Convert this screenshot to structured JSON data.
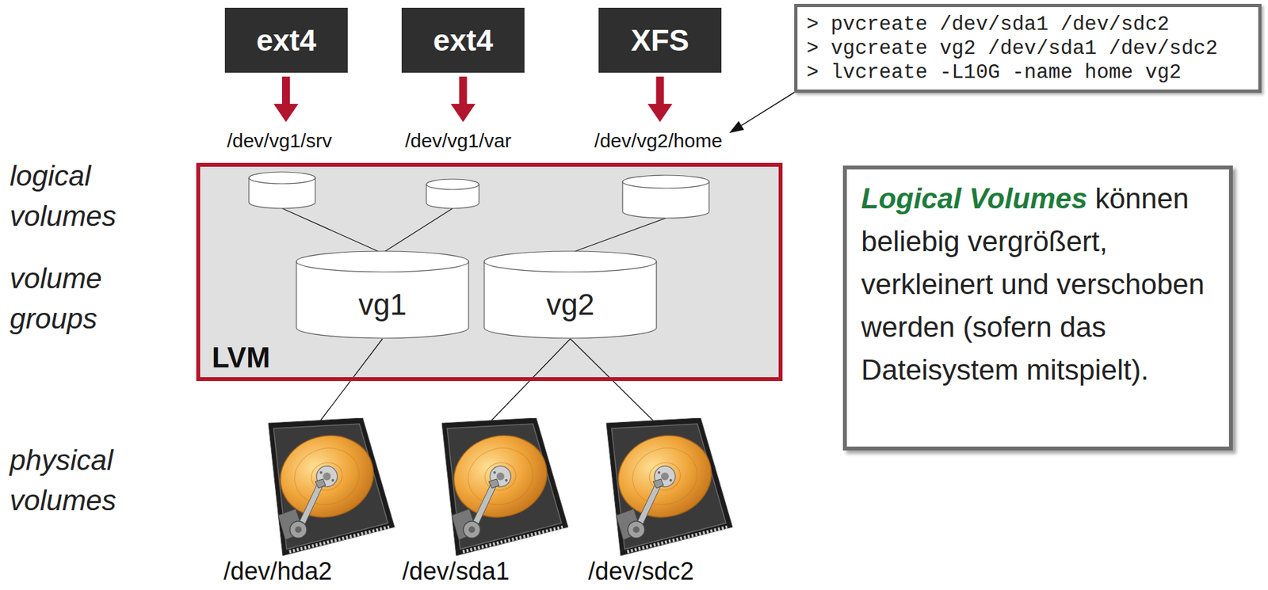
{
  "diagram": {
    "nodes": [
      {
        "text": [
          "ext4"
        ]
      },
      {
        "text": [
          "ext4"
        ]
      },
      {
        "text": [
          "XFS"
        ]
      },
      {
        "text": [
          "> pvcreate /dev/sda1 /dev/sdc2",
          "> vgcreate vg2 /dev/sda1 /dev/sdc2",
          "> lvcreate -L10G -name home vg2"
        ]
      },
      {
        "text": [
          "LVM"
        ]
      },
      {
        "text": [
          "vg1"
        ],
        "in": 4
      },
      {
        "text": [
          "vg2"
        ],
        "in": 4
      },
      {
        "text": [
          "Logical Volumes",
          "können beliebig vergrößert, verkleinert und verschoben werden (sofern das Dateisystem mitspielt)."
        ]
      },
      {
        "text": [
          "/dev/hda2"
        ]
      },
      {
        "text": [
          "/dev/sda1"
        ]
      },
      {
        "text": [
          "/dev/sdc2"
        ]
      }
    ],
    "edges": [
      {
        "from": 5,
        "to": 8,
        "arrow": "none"
      },
      {
        "from": 6,
        "to": 9,
        "arrow": "none"
      },
      {
        "from": 6,
        "to": 10,
        "arrow": "none"
      }
    ],
    "labels": [
      "/dev/vg1/srv",
      "/dev/vg1/var",
      "/dev/vg2/home",
      "logical volumes",
      "volume groups",
      "physical volumes"
    ]
  }
}
